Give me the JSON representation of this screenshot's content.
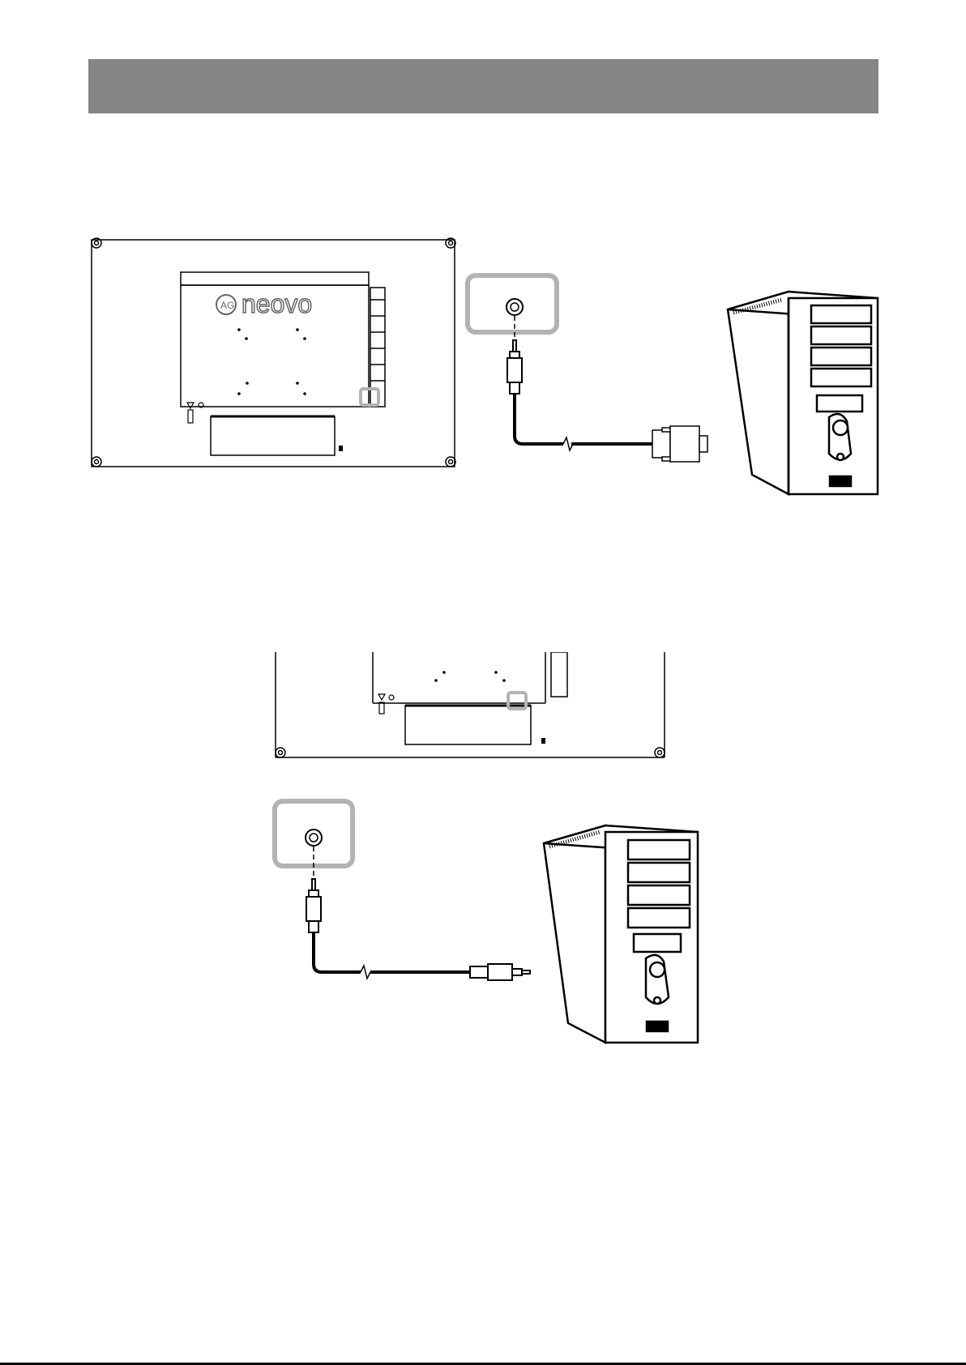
{
  "header": {
    "title": ""
  },
  "figure_top": {
    "logo": {
      "brand": "neovo",
      "mark": "AG"
    },
    "callout_port": "audio-jack",
    "cable_connector": "vga-d-sub"
  },
  "figure_bottom": {
    "callout_port": "audio-jack",
    "cable_connector": "3.5mm-plug"
  },
  "colors": {
    "header_gray": "#858585",
    "callout_gray": "#b3b3b3",
    "line": "#000000"
  }
}
